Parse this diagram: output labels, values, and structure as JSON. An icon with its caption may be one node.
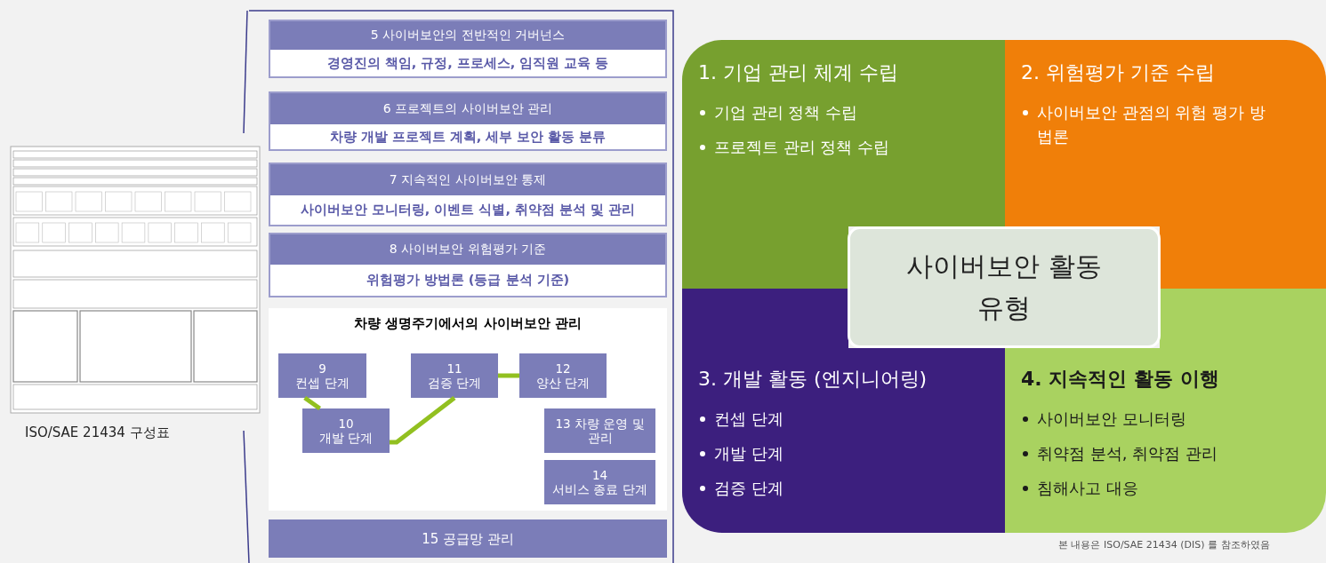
{
  "diagram": {
    "nodes": [
      {
        "text": [
          "5 사이버보안의 전반적인 거버넌스",
          "경영진의 책임, 규정, 프로세스, 임직원 교육 등"
        ]
      },
      {
        "text": [
          "6 프로젝트의 사이버보안 관리",
          "차량 개발 프로젝트 계획, 세부 보안 활동 분류"
        ]
      },
      {
        "text": [
          "7 지속적인 사이버보안 통제",
          "사이버보안 모니터링, 이벤트 식별, 취약점 분석 및 관리"
        ]
      },
      {
        "text": [
          "8 사이버보안 위험평가 기준",
          "위험평가 방법론 (등급 분석 기준)"
        ]
      },
      {
        "text": [
          "차량 생명주기에서의 사이버보안 관리"
        ]
      },
      {
        "text": [
          "9 컨셉 단계"
        ],
        "in": 4
      },
      {
        "text": [
          "10 개발 단계"
        ],
        "in": 4
      },
      {
        "text": [
          "11 검증 단계"
        ],
        "in": 4
      },
      {
        "text": [
          "12 양산 단계"
        ],
        "in": 4
      },
      {
        "text": [
          "13 차량 운영 및 관리"
        ],
        "in": 4
      },
      {
        "text": [
          "14 서비스 종료 단계"
        ],
        "in": 4
      },
      {
        "text": [
          "15 공급망 관리"
        ]
      },
      {
        "text": [
          "1. 기업 관리 체계 수립",
          "기업 관리 정책 수립",
          "프로젝트 관리 정책 수립"
        ]
      },
      {
        "text": [
          "2. 위험평가 기준 수립",
          "사이버보안 관점의 위험 평가 방법론"
        ]
      },
      {
        "text": [
          "3. 개발 활동 (엔지니어링)",
          "컨셉 단계",
          "개발 단계",
          "검증 단계"
        ]
      },
      {
        "text": [
          "4. 지속적인 활동 이행",
          "사이버보안 모니터링",
          "취약점 분석, 취약점 관리",
          "침해사고 대응"
        ]
      },
      {
        "text": [
          "사이버보안 활동 유형"
        ]
      }
    ],
    "edges": [
      {
        "from": 5,
        "to": 6,
        "arrow": "none"
      },
      {
        "from": 6,
        "to": 7,
        "arrow": "none"
      },
      {
        "from": 7,
        "to": 8,
        "arrow": "none"
      }
    ],
    "labels": [
      "ISO/SAE 21434 구성표",
      "본 내용은 ISO/SAE 21434 (DIS) 를 참조하였음"
    ]
  }
}
